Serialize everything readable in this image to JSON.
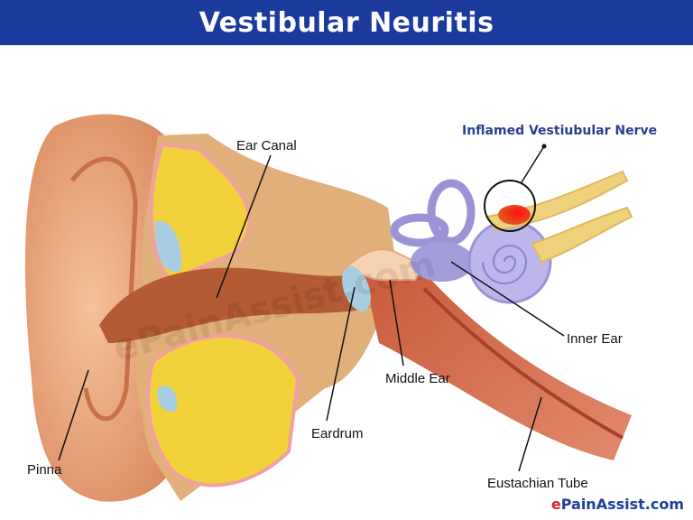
{
  "title": "Vestibular Neuritis",
  "labels": {
    "ear_canal": "Ear Canal",
    "inflamed_nerve": "Inflamed Vestiubular Nerve",
    "inner_ear": "Inner Ear",
    "middle_ear": "Middle Ear",
    "eardrum": "Eardrum",
    "pinna": "Pinna",
    "eustachian_tube": "Eustachian Tube"
  },
  "watermark": "ePainAssist.com",
  "brand": {
    "prefix": "e",
    "rest": "PainAssist.com"
  },
  "colors": {
    "title_bar": "#1a3a9e",
    "highlight_text": "#2b3e91",
    "inflammation": "#e8141c",
    "skin": "#e8a47a",
    "bone": "#f2d23a",
    "inner_ear": "#9b93d6",
    "nerve": "#f0d27c"
  }
}
